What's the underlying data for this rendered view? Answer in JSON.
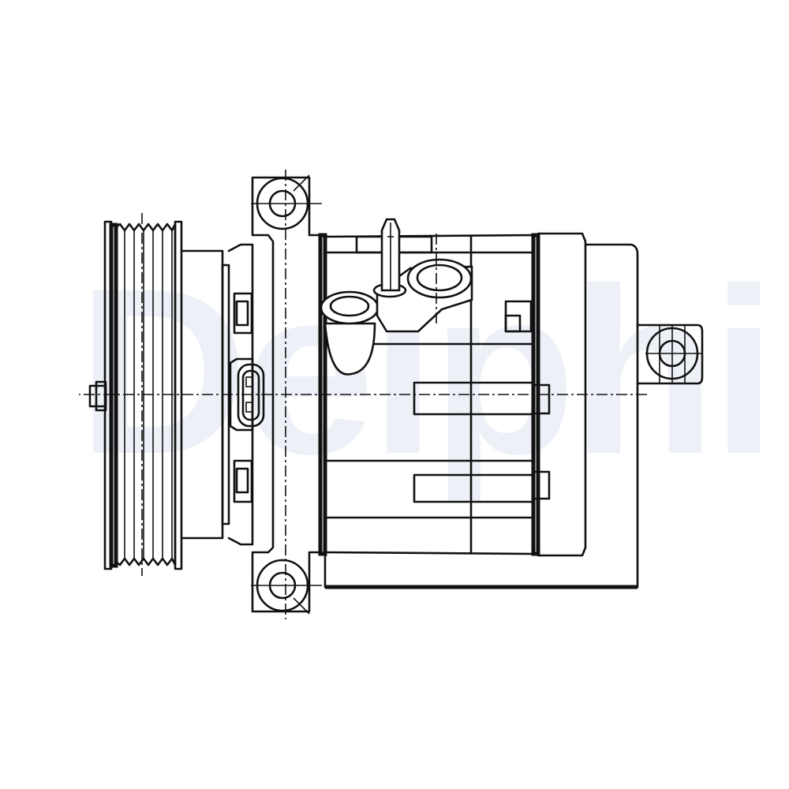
{
  "figure": {
    "subject": "A/C compressor technical line drawing (side view)",
    "watermark": {
      "text": "Delphi",
      "color": "#edf1f7"
    },
    "colors": {
      "background": "#ffffff",
      "line": "#111111"
    },
    "components": [
      {
        "id": "pulley",
        "label": "multi-groove drive pulley"
      },
      {
        "id": "clutch-hub",
        "label": "clutch hub / coil housing"
      },
      {
        "id": "electrical-connector",
        "label": "clutch coil connector"
      },
      {
        "id": "front-housing",
        "label": "front housing with mounting ears"
      },
      {
        "id": "suction-discharge-ports",
        "label": "suction and discharge ports"
      },
      {
        "id": "pressure-valve",
        "label": "pressure relief valve"
      },
      {
        "id": "cylinder-body",
        "label": "cylinder body"
      },
      {
        "id": "rear-head",
        "label": "rear head"
      },
      {
        "id": "rear-mount",
        "label": "rear mounting ear"
      }
    ]
  }
}
